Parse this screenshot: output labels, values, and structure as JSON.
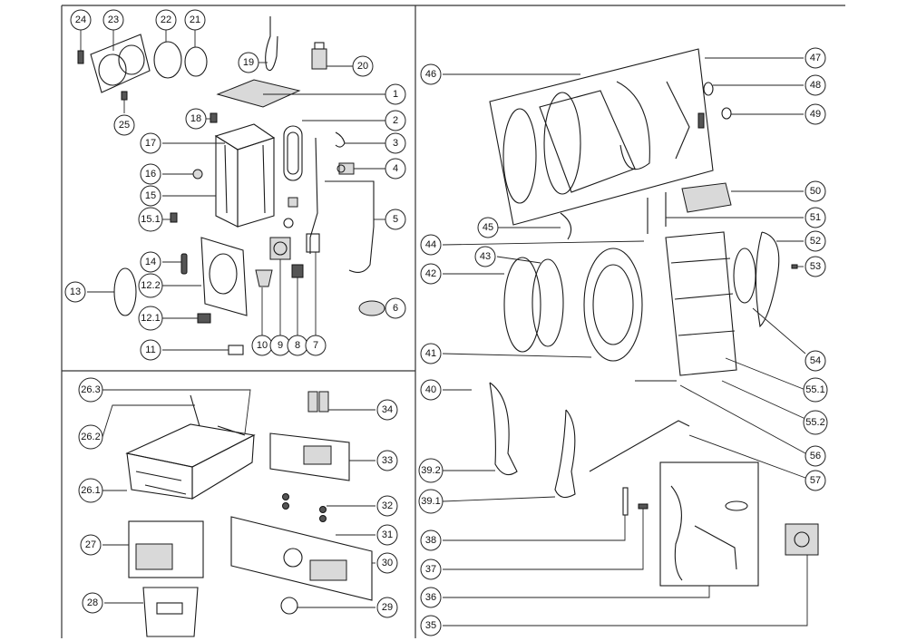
{
  "callouts": [
    {
      "id": "c24",
      "label": "24"
    },
    {
      "id": "c23",
      "label": "23"
    },
    {
      "id": "c22",
      "label": "22"
    },
    {
      "id": "c21",
      "label": "21"
    },
    {
      "id": "c19",
      "label": "19"
    },
    {
      "id": "c20",
      "label": "20"
    },
    {
      "id": "c25",
      "label": "25"
    },
    {
      "id": "c1",
      "label": "1"
    },
    {
      "id": "c18",
      "label": "18"
    },
    {
      "id": "c2",
      "label": "2"
    },
    {
      "id": "c17",
      "label": "17"
    },
    {
      "id": "c3",
      "label": "3"
    },
    {
      "id": "c16",
      "label": "16"
    },
    {
      "id": "c4",
      "label": "4"
    },
    {
      "id": "c15",
      "label": "15"
    },
    {
      "id": "c15_1",
      "label": "15.1"
    },
    {
      "id": "c5",
      "label": "5"
    },
    {
      "id": "c14",
      "label": "14"
    },
    {
      "id": "c13",
      "label": "13"
    },
    {
      "id": "c12_2",
      "label": "12.2"
    },
    {
      "id": "c6",
      "label": "6"
    },
    {
      "id": "c12_1",
      "label": "12.1"
    },
    {
      "id": "c11",
      "label": "11"
    },
    {
      "id": "c10",
      "label": "10"
    },
    {
      "id": "c9",
      "label": "9"
    },
    {
      "id": "c8",
      "label": "8"
    },
    {
      "id": "c7",
      "label": "7"
    },
    {
      "id": "c26_3",
      "label": "26.3"
    },
    {
      "id": "c34",
      "label": "34"
    },
    {
      "id": "c26_2",
      "label": "26.2"
    },
    {
      "id": "c33",
      "label": "33"
    },
    {
      "id": "c26_1",
      "label": "26.1"
    },
    {
      "id": "c32",
      "label": "32"
    },
    {
      "id": "c27",
      "label": "27"
    },
    {
      "id": "c31",
      "label": "31"
    },
    {
      "id": "c30",
      "label": "30"
    },
    {
      "id": "c28",
      "label": "28"
    },
    {
      "id": "c29",
      "label": "29"
    },
    {
      "id": "c46",
      "label": "46"
    },
    {
      "id": "c47",
      "label": "47"
    },
    {
      "id": "c48",
      "label": "48"
    },
    {
      "id": "c49",
      "label": "49"
    },
    {
      "id": "c50",
      "label": "50"
    },
    {
      "id": "c45",
      "label": "45"
    },
    {
      "id": "c51",
      "label": "51"
    },
    {
      "id": "c44",
      "label": "44"
    },
    {
      "id": "c52",
      "label": "52"
    },
    {
      "id": "c43",
      "label": "43"
    },
    {
      "id": "c53",
      "label": "53"
    },
    {
      "id": "c42",
      "label": "42"
    },
    {
      "id": "c41",
      "label": "41"
    },
    {
      "id": "c54",
      "label": "54"
    },
    {
      "id": "c40",
      "label": "40"
    },
    {
      "id": "c55_1",
      "label": "55.1"
    },
    {
      "id": "c55_2",
      "label": "55.2"
    },
    {
      "id": "c56",
      "label": "56"
    },
    {
      "id": "c39_2",
      "label": "39.2"
    },
    {
      "id": "c57",
      "label": "57"
    },
    {
      "id": "c39_1",
      "label": "39.1"
    },
    {
      "id": "c38",
      "label": "38"
    },
    {
      "id": "c37",
      "label": "37"
    },
    {
      "id": "c36",
      "label": "36"
    },
    {
      "id": "c35",
      "label": "35"
    }
  ]
}
